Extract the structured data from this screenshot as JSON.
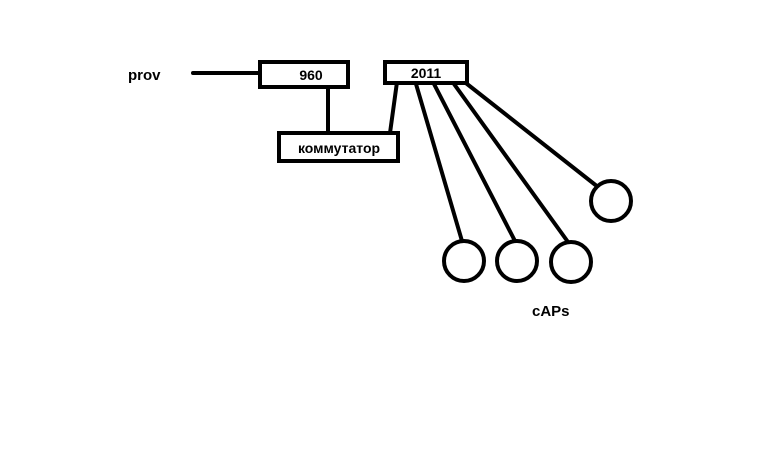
{
  "diagram": {
    "provider_label": "prov",
    "router_960_label": "960",
    "router_2011_label": "2011",
    "switch_label": "коммутатор",
    "access_points_label": "cAPs"
  }
}
